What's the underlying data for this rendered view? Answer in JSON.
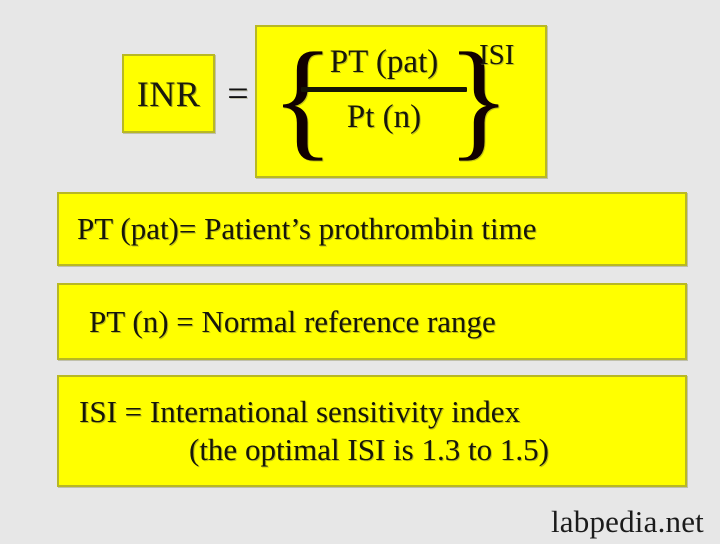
{
  "page": {
    "background_color": "#e7e7e7",
    "panel_fill_color": "#ffff00",
    "panel_border_color": "#b8b824",
    "text_color": "#16160a"
  },
  "formula": {
    "left_term": "INR",
    "equals": "=",
    "brace_open": "{",
    "brace_close": "}",
    "numerator": "PT (pat)",
    "denominator": "Pt (n)",
    "exponent": "ISI"
  },
  "definitions": [
    {
      "id": "pt-pat",
      "lines": [
        "PT (pat)= Patient’s prothrombin time"
      ]
    },
    {
      "id": "pt-n",
      "lines": [
        "PT (n)   = Normal reference range"
      ]
    },
    {
      "id": "isi",
      "lines": [
        "ISI = International sensitivity index",
        "(the optimal ISI is 1.3 to 1.5)"
      ]
    }
  ],
  "footer": {
    "watermark": "labpedia.net"
  }
}
